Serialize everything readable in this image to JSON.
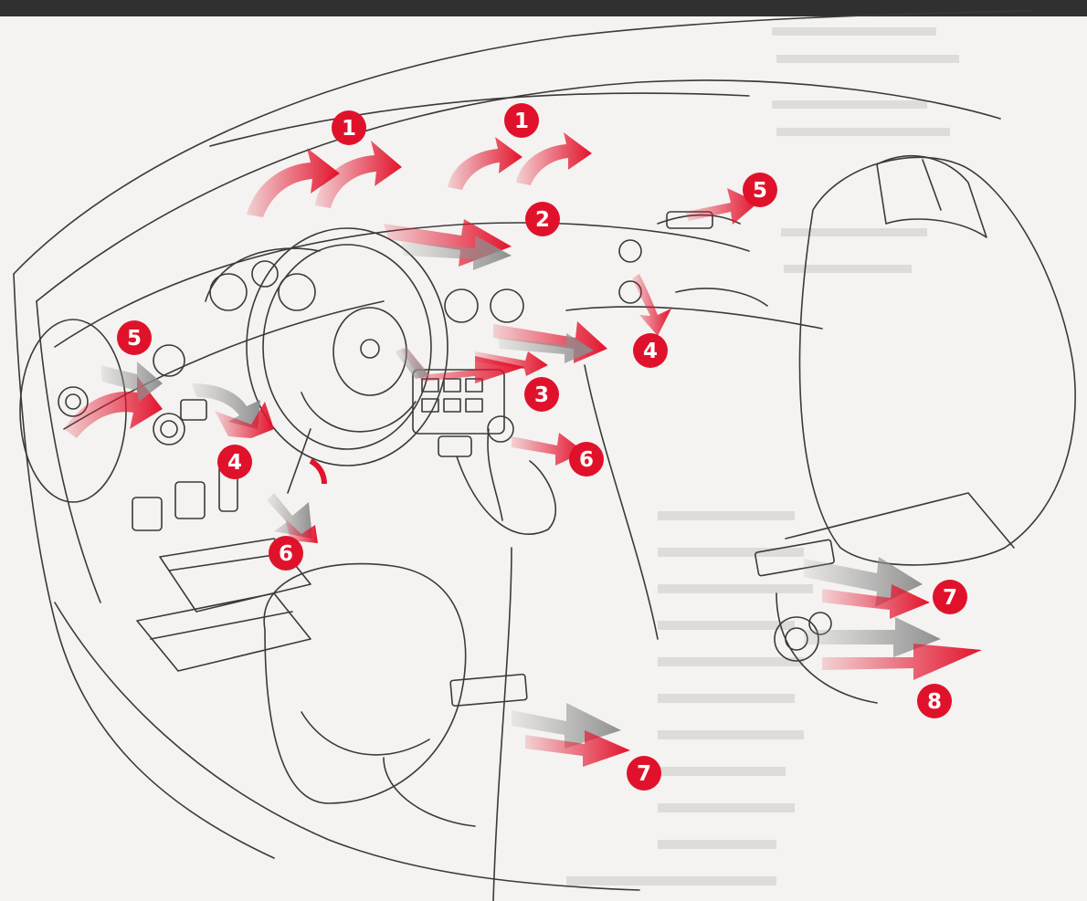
{
  "diagram": {
    "colors": {
      "badge": "#e0122b",
      "warm_flow": "#e3132c",
      "cool_flow": "#9a9a9a",
      "line_art": "#3a3a3a",
      "background": "#f4f3f1",
      "bleed_text": "#d9d7d4"
    },
    "badges": [
      {
        "id": "b1a",
        "label": "1"
      },
      {
        "id": "b1b",
        "label": "1"
      },
      {
        "id": "b2",
        "label": "2"
      },
      {
        "id": "b3",
        "label": "3"
      },
      {
        "id": "b4a",
        "label": "4"
      },
      {
        "id": "b4b",
        "label": "4"
      },
      {
        "id": "b5a",
        "label": "5"
      },
      {
        "id": "b5b",
        "label": "5"
      },
      {
        "id": "b6a",
        "label": "6"
      },
      {
        "id": "b6b",
        "label": "6"
      },
      {
        "id": "b7a",
        "label": "7"
      },
      {
        "id": "b7b",
        "label": "7"
      },
      {
        "id": "b8",
        "label": "8"
      }
    ]
  }
}
